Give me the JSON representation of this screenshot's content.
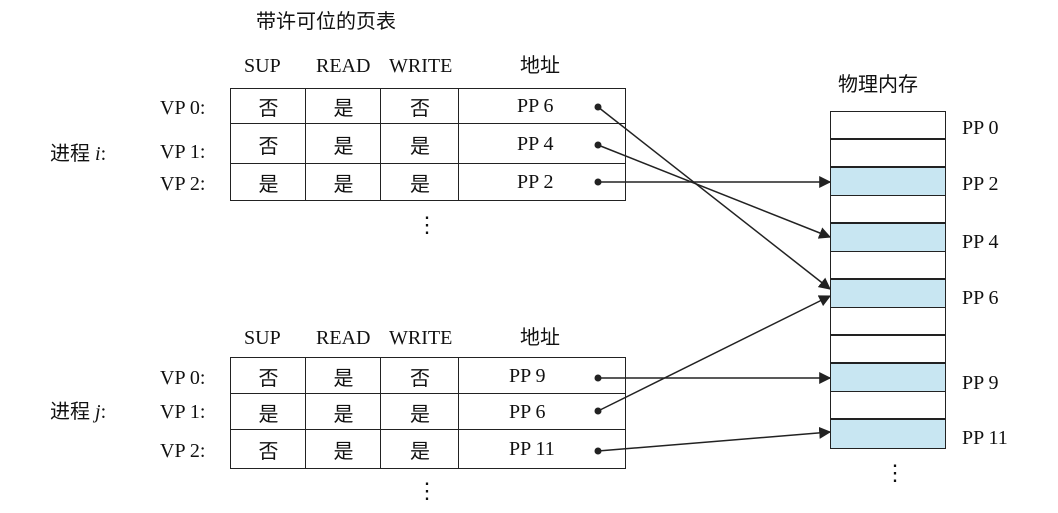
{
  "title": "带许可位的页表",
  "memory_title": "物理内存",
  "columns": {
    "sup": "SUP",
    "read": "READ",
    "write": "WRITE",
    "addr": "地址"
  },
  "process_i": {
    "label_prefix": "进程",
    "label_var": "i",
    "label_suffix": ":",
    "rows": [
      {
        "vp": "VP 0:",
        "sup": "否",
        "read": "是",
        "write": "否",
        "addr": "PP 6"
      },
      {
        "vp": "VP 1:",
        "sup": "否",
        "read": "是",
        "write": "是",
        "addr": "PP 4"
      },
      {
        "vp": "VP 2:",
        "sup": "是",
        "read": "是",
        "write": "是",
        "addr": "PP 2"
      }
    ]
  },
  "process_j": {
    "label_prefix": "进程",
    "label_var": "j",
    "label_suffix": ":",
    "rows": [
      {
        "vp": "VP 0:",
        "sup": "否",
        "read": "是",
        "write": "否",
        "addr": "PP 9"
      },
      {
        "vp": "VP 1:",
        "sup": "是",
        "read": "是",
        "write": "是",
        "addr": "PP 6"
      },
      {
        "vp": "VP 2:",
        "sup": "否",
        "read": "是",
        "write": "是",
        "addr": "PP 11"
      }
    ]
  },
  "memory_labels": [
    "PP 0",
    "PP 2",
    "PP 4",
    "PP 6",
    "PP 9",
    "PP 11"
  ],
  "ellipsis": "⋮",
  "colors": {
    "used_page": "#c8e6f2",
    "line": "#222222"
  }
}
